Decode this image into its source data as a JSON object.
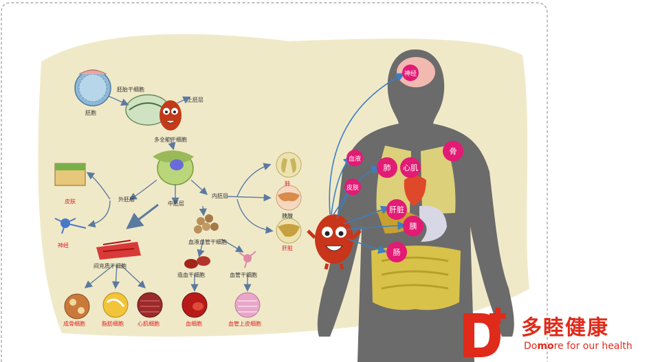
{
  "diagram": {
    "embryo_labels": {
      "blastocyst": "胚胞",
      "embryonic_stem_cell": "胚胎干细胞",
      "epiblast": "上胚层",
      "pluripotent_stem_cell": "多全能干细胞",
      "ectoderm": "外胚层",
      "mesoderm": "中胚层",
      "endoderm": "内胚层",
      "skin": "皮肤",
      "nerve": "神经",
      "lung": "肺",
      "pancreas": "胰腺",
      "liver": "肝脏",
      "mesenchymal_stem_cell": "间充质干细胞",
      "hemangioblast": "血液血管干细胞",
      "hematopoietic_stem_cell": "造血干细胞",
      "vascular_stem_cell": "血管干细胞",
      "osteoblast": "成骨细胞",
      "adipocyte": "脂肪细胞",
      "cardiomyocyte": "心肌细胞",
      "blood_cell": "血细胞",
      "endothelial_cell": "血管上皮细胞"
    },
    "body_labels": {
      "nerve": "神经",
      "blood": "血液",
      "skin": "皮肤",
      "lung": "肺",
      "heart_muscle": "心肌",
      "bone": "骨",
      "liver": "肝脏",
      "pancreas": "胰",
      "intestine": "肠"
    },
    "colors": {
      "background_blob": "#f0e9c8",
      "silhouette": "#6b6b6b",
      "organ_yellow": "#d9c24a",
      "pink_marker": "#e21b74",
      "arrow_blue": "#3a7fc1",
      "brand_red": "#e02a1a"
    }
  },
  "brand": {
    "name_cn": "多睦健康",
    "slogan_prefix": "Do",
    "slogan_bold": "mo",
    "slogan_rest": "re for our health"
  }
}
